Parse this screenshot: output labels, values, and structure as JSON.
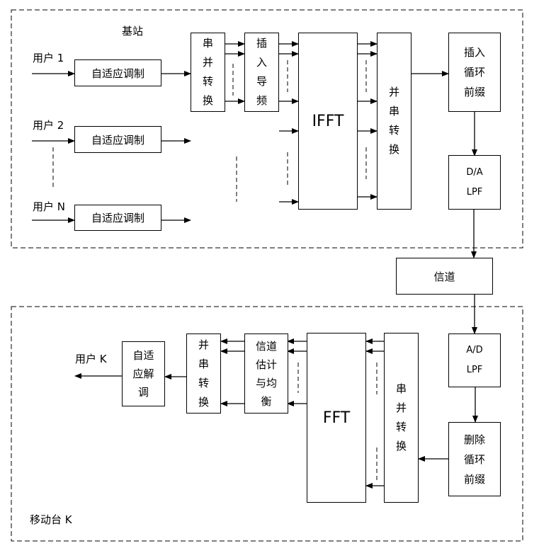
{
  "base_station": {
    "title": "基站",
    "users": [
      {
        "label": "用户 1"
      },
      {
        "label": "用户 2"
      },
      {
        "label": "用户 N"
      }
    ],
    "modulator_label": "自适应调制",
    "sp_convert": "串并转换",
    "pilot_insert": "插入导频",
    "ifft": "IFFT",
    "ps_convert": "并串转换",
    "cp_insert": "插入\n循环\n前缀",
    "dac": "D/A\nLPF"
  },
  "channel": {
    "label": "信道"
  },
  "mobile_station": {
    "title": "移动台 K",
    "adc": "A/D\nLPF",
    "cp_remove": "删除\n循环\n前缀",
    "sp_convert": "串并转换",
    "fft": "FFT",
    "channel_est": "信道\n估计\n与均\n衡",
    "ps_convert": "并串转换",
    "demodulator": "自适\n应解\n调",
    "output_user": "用户 K"
  }
}
